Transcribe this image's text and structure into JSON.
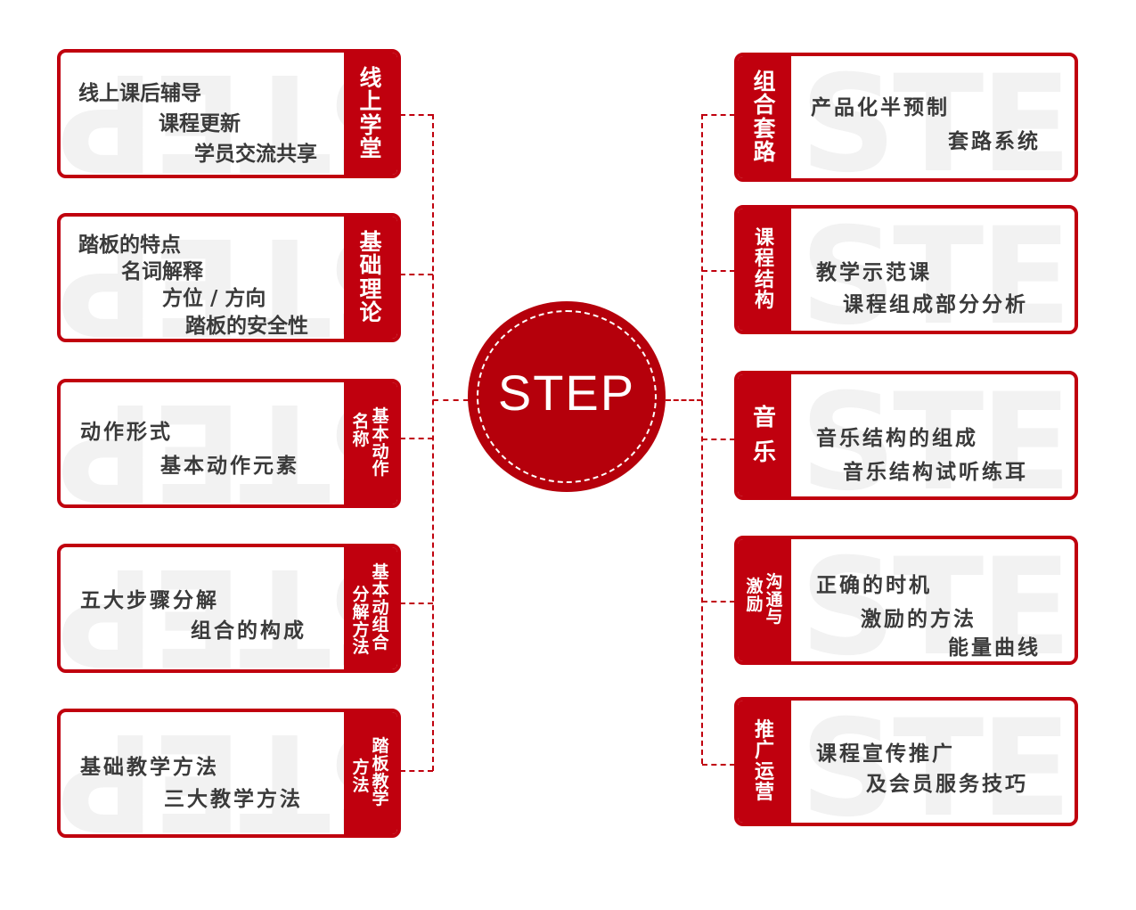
{
  "center": {
    "title": "STEP",
    "color": "#b5000b"
  },
  "accent_color": "#c0000e",
  "watermark": "STEP",
  "left": [
    {
      "tab": [
        "线上学堂"
      ],
      "lines": [
        "线上课后辅导",
        "课程更新",
        "学员交流共享"
      ]
    },
    {
      "tab": [
        "基础理论"
      ],
      "lines": [
        "踏板的特点",
        "名词解释",
        "方位 / 方向",
        "踏板的安全性"
      ]
    },
    {
      "tab": [
        "名称",
        "基本动作"
      ],
      "lines": [
        "动作形式",
        "基本动作元素"
      ]
    },
    {
      "tab": [
        "分解方法",
        "基本动组合"
      ],
      "lines": [
        "五大步骤分解",
        "组合的构成"
      ]
    },
    {
      "tab": [
        "方法",
        "踏板教学"
      ],
      "lines": [
        "基础教学方法",
        "三大教学方法"
      ]
    }
  ],
  "right": [
    {
      "tab": [
        "组合套路"
      ],
      "lines": [
        "产品化半预制",
        "套路系统"
      ]
    },
    {
      "tab": [
        "课程结构"
      ],
      "lines": [
        "教学示范课",
        "课程组成部分分析"
      ]
    },
    {
      "tab": [
        "音乐"
      ],
      "lines": [
        "音乐结构的组成",
        "音乐结构试听练耳"
      ]
    },
    {
      "tab": [
        "激励",
        "沟通与"
      ],
      "lines": [
        "正确的时机",
        "激励的方法",
        "能量曲线"
      ]
    },
    {
      "tab": [
        "推广运营"
      ],
      "lines": [
        "课程宣传推广",
        "及会员服务技巧"
      ]
    }
  ]
}
